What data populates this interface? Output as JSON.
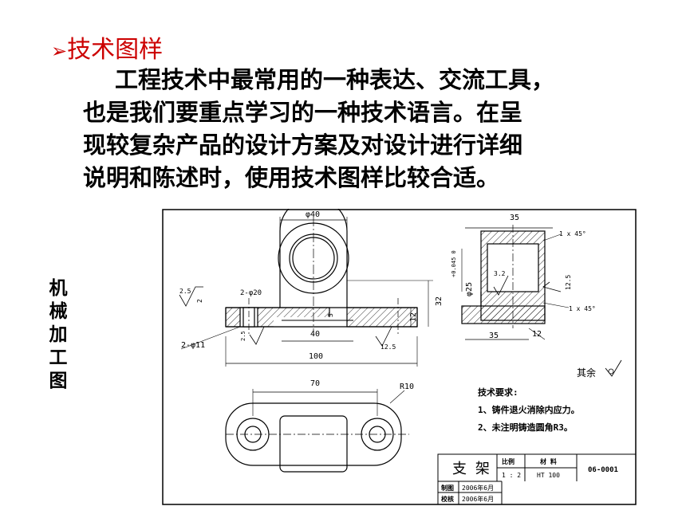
{
  "heading": {
    "marker": "➢",
    "text": "技术图样"
  },
  "paragraph": {
    "lines": [
      "工程技术中最常用的一种表达、交流工具，",
      "也是我们要重点学习的一种技术语言。在呈",
      "现较复杂产品的设计方案及对设计进行详细",
      "说明和陈述时，使用技术图样比较合适。"
    ]
  },
  "side_label": {
    "chars": [
      "机",
      "械",
      "加",
      "工",
      "图"
    ]
  },
  "drawing": {
    "dims": {
      "phi40": "φ40",
      "d35_top": "35",
      "tol": "+0.045 0",
      "phi25": "φ25",
      "chamfer1": "1 x 45°",
      "chamfer2": "1 x 45°",
      "r32": "3.2",
      "r125_right": "12.5",
      "r25": "2.5",
      "two": "2",
      "hole20": "2-φ20",
      "d32": "32",
      "d12": "12",
      "d3": "3",
      "d40": "40",
      "d100": "100",
      "r125_mid": "12.5",
      "r25_small": "2.5",
      "hole11": "2-φ11",
      "d35_bottom": "35",
      "d12_right": "12",
      "d70": "70",
      "r10": "R10",
      "qiyu": "其余"
    },
    "tech": {
      "title": "技术要求:",
      "item1": "1、铸件退火消除内应力。",
      "item2": "2、未注明铸造圆角R3。"
    },
    "titleblock": {
      "name": "支  架",
      "scale_label": "比例",
      "scale_value": "1 : 2",
      "material_label": "材  料",
      "material_value": "HT 100",
      "code": "06-0001",
      "drawn_label": "制图",
      "drawn_date": "2006年6月",
      "checked_label": "校核",
      "checked_date": "2006年6月"
    }
  }
}
